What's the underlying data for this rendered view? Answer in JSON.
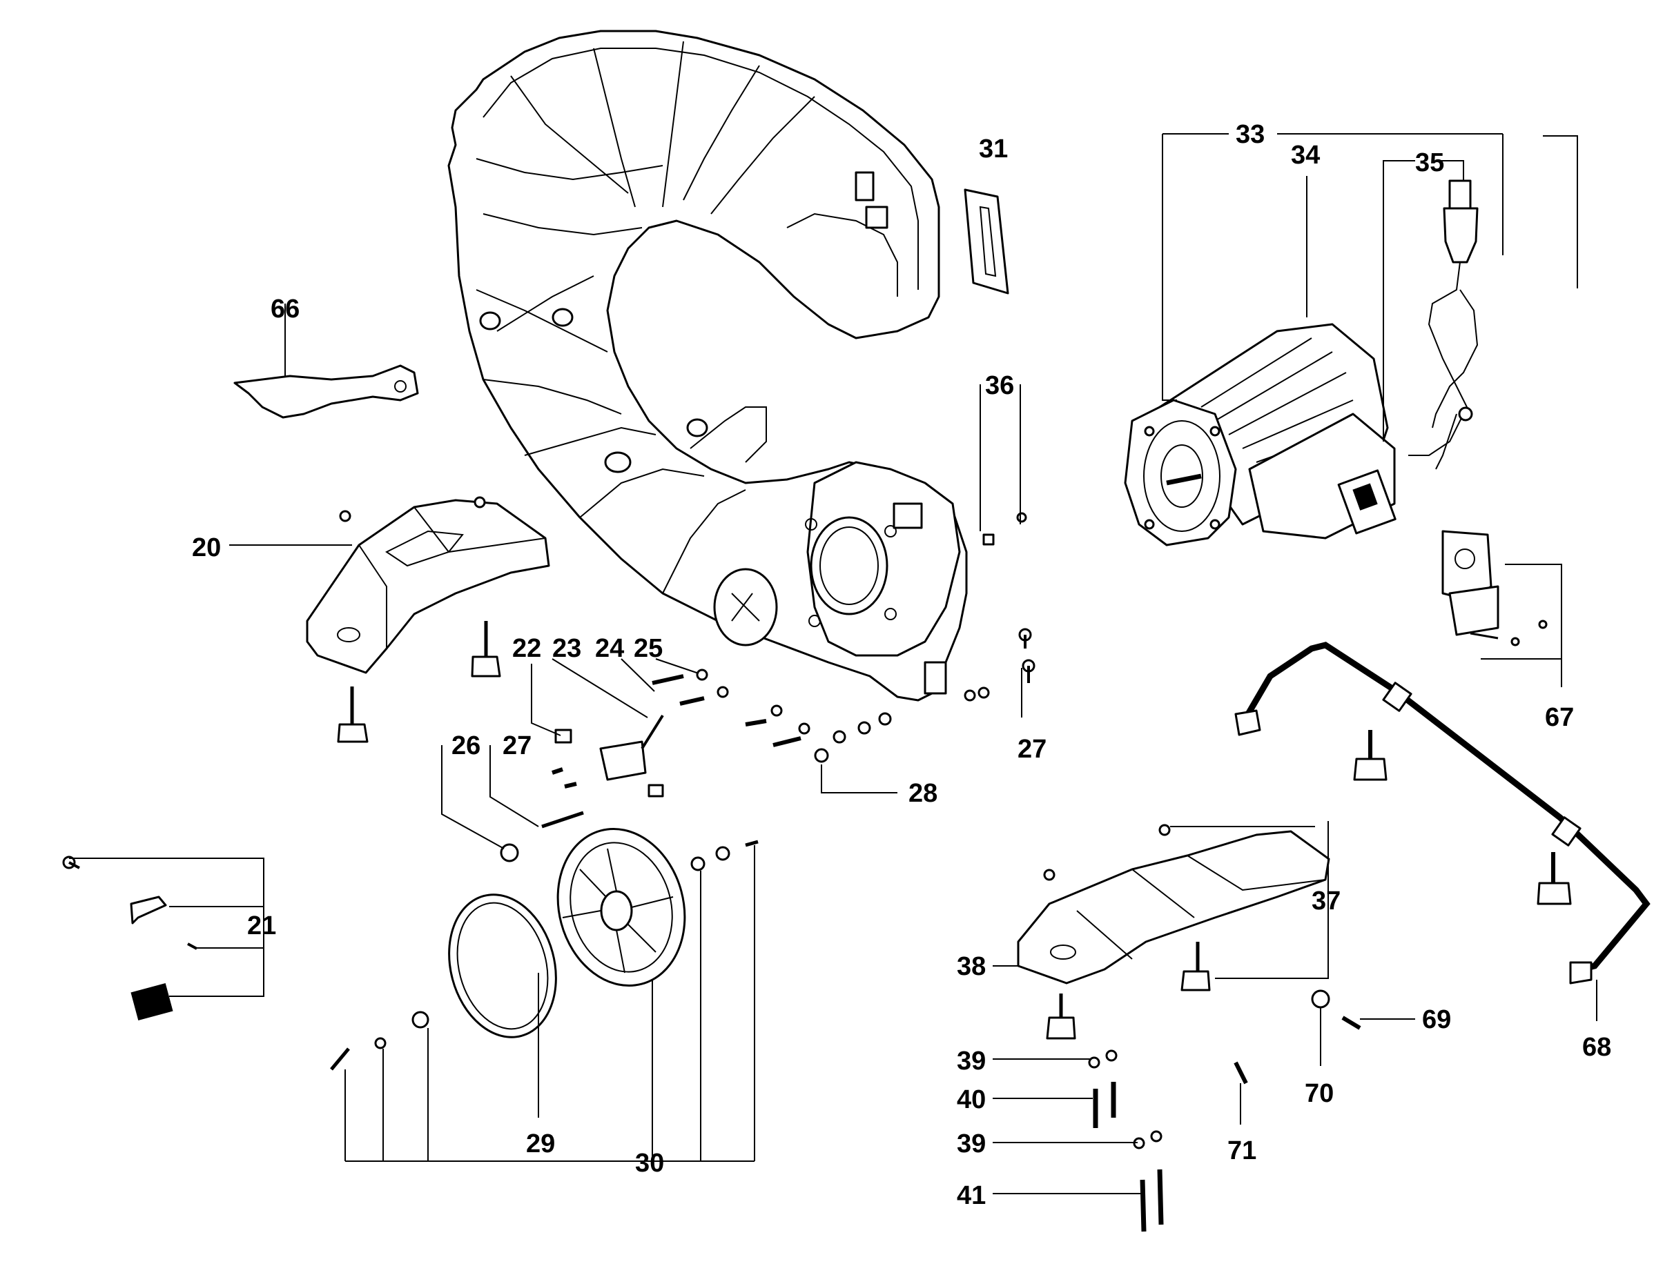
{
  "diagram": {
    "callouts": [
      {
        "id": "c20",
        "text": "20"
      },
      {
        "id": "c21",
        "text": "21"
      },
      {
        "id": "c22",
        "text": "22"
      },
      {
        "id": "c23",
        "text": "23"
      },
      {
        "id": "c24",
        "text": "24"
      },
      {
        "id": "c25",
        "text": "25"
      },
      {
        "id": "c26",
        "text": "26"
      },
      {
        "id": "c27a",
        "text": "27"
      },
      {
        "id": "c27b",
        "text": "27"
      },
      {
        "id": "c28",
        "text": "28"
      },
      {
        "id": "c29",
        "text": "29"
      },
      {
        "id": "c30",
        "text": "30"
      },
      {
        "id": "c31",
        "text": "31"
      },
      {
        "id": "c33",
        "text": "33"
      },
      {
        "id": "c34",
        "text": "34"
      },
      {
        "id": "c35",
        "text": "35"
      },
      {
        "id": "c36",
        "text": "36"
      },
      {
        "id": "c37",
        "text": "37"
      },
      {
        "id": "c38",
        "text": "38"
      },
      {
        "id": "c39a",
        "text": "39"
      },
      {
        "id": "c39b",
        "text": "39"
      },
      {
        "id": "c40",
        "text": "40"
      },
      {
        "id": "c41",
        "text": "41"
      },
      {
        "id": "c66",
        "text": "66"
      },
      {
        "id": "c67",
        "text": "67"
      },
      {
        "id": "c68",
        "text": "68"
      },
      {
        "id": "c69",
        "text": "69"
      },
      {
        "id": "c70",
        "text": "70"
      },
      {
        "id": "c71",
        "text": "71"
      }
    ]
  }
}
